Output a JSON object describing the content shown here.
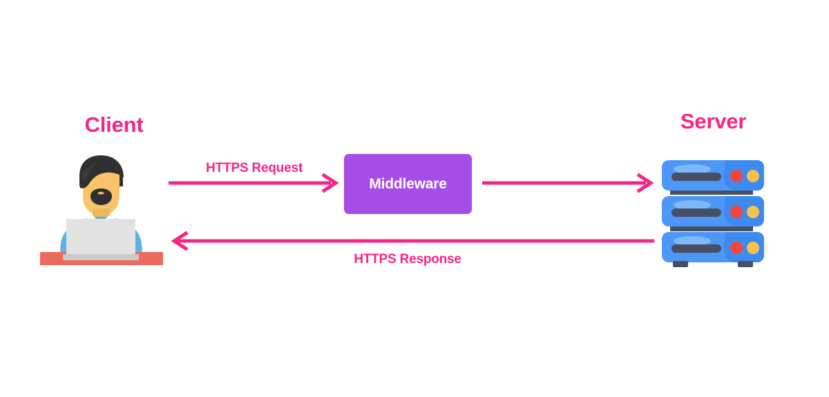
{
  "diagram": {
    "title": "Client Middleware Server HTTPS flow",
    "background_color": "#ffffff"
  },
  "colors": {
    "accent_pink": "#F72585",
    "pink_text": "#F72585",
    "middleware_purple": "#A64DE8",
    "middleware_text": "#ffffff",
    "server_blue": "#4D97F7",
    "server_blue_dark": "#3B7FE0",
    "server_slot_dark": "#464F63",
    "server_highlight": "#7FB8FB",
    "led_red": "#F5443B",
    "led_yellow": "#F7C04A",
    "skin": "#F9C46A",
    "hair": "#303030",
    "shirt_blue": "#5BB3E4",
    "collar_white": "#F2F2F2",
    "laptop_gray": "#E2E2E2",
    "laptop_base_gray": "#C9C9C9",
    "desk_red": "#EC6A5C"
  },
  "nodes": {
    "client": {
      "title": "Client",
      "icon": "person-at-laptop-icon"
    },
    "middleware": {
      "label": "Middleware",
      "shape": "rounded-rectangle"
    },
    "server": {
      "title": "Server",
      "icon": "server-rack-icon",
      "rack_units": 3,
      "leds_per_unit": 2
    }
  },
  "flows": [
    {
      "id": "request",
      "label": "HTTPS Request",
      "from": "client",
      "to": "middleware",
      "direction": "right"
    },
    {
      "id": "forward",
      "label": "",
      "from": "middleware",
      "to": "server",
      "direction": "right"
    },
    {
      "id": "response",
      "label": "HTTPS Response",
      "from": "server",
      "to": "client",
      "direction": "left"
    }
  ]
}
